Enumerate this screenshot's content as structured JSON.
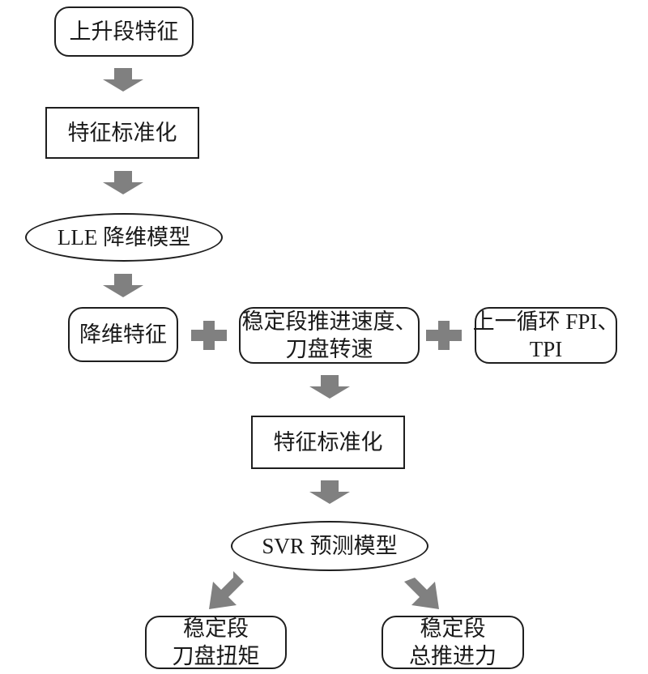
{
  "diagram": {
    "nodes": {
      "rise_features": "上升段特征",
      "standardize_1": "特征标准化",
      "lle_model": "LLE 降维模型",
      "reduced_features": "降维特征",
      "stable_speed": [
        "稳定段推进速度、",
        "刀盘转速"
      ],
      "prev_cycle": [
        "上一循环 FPI、",
        "TPI"
      ],
      "standardize_2": "特征标准化",
      "svr_model": "SVR 预测模型",
      "output_torque": [
        "稳定段",
        "刀盘扭矩"
      ],
      "output_thrust": [
        "稳定段",
        "总推进力"
      ]
    },
    "colors": {
      "arrow": "#808080",
      "border": "#1e1e1e",
      "text": "#1a1a1a"
    }
  }
}
